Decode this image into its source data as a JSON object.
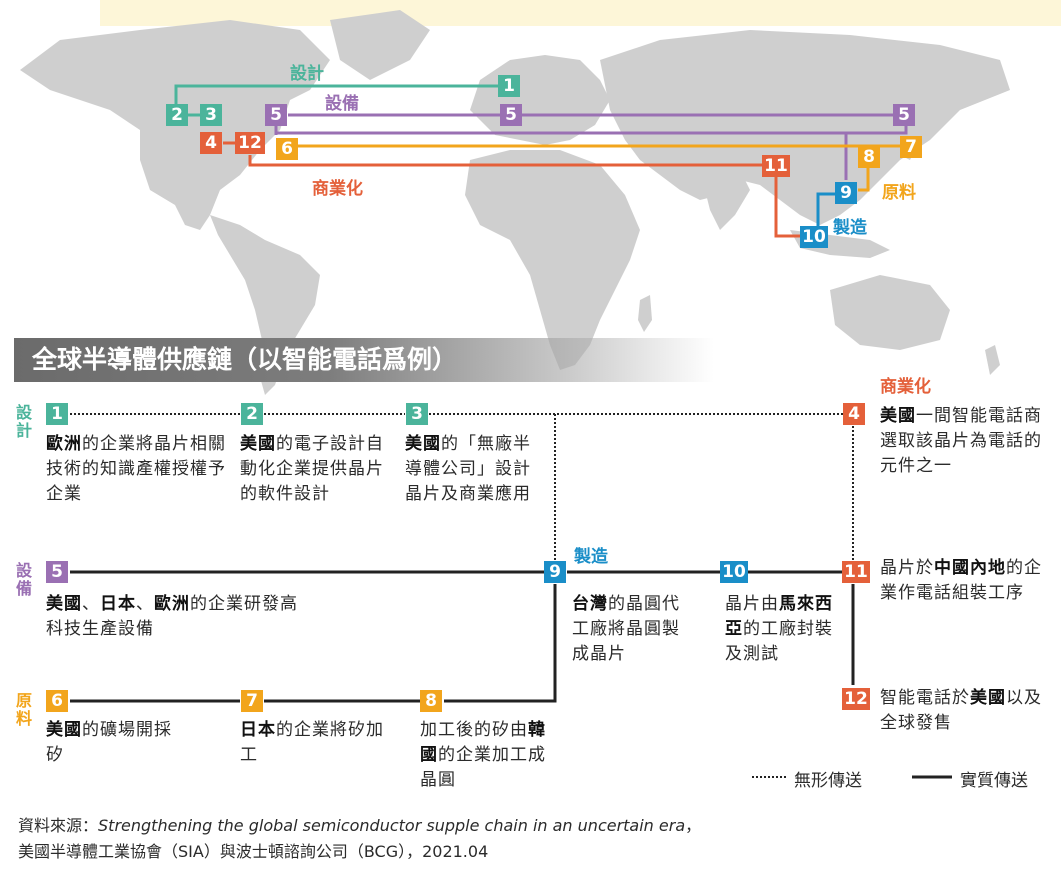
{
  "title": "全球半導體供應鏈（以智能電話爲例）",
  "map_labels": {
    "design": "設計",
    "equipment": "設備",
    "commercial": "商業化",
    "material": "原料",
    "manufacturing": "製造"
  },
  "categories": {
    "design": "設計",
    "equipment": "設備",
    "material": "原料",
    "commercial": "商業化",
    "manufacturing": "製造"
  },
  "steps": {
    "s1": {
      "num": "1",
      "bold1": "歐洲",
      "rest": "的企業將晶片相關技術的知識產權授權予企業"
    },
    "s2": {
      "num": "2",
      "bold1": "美國",
      "rest": "的電子設計自動化企業提供晶片的軟件設計"
    },
    "s3": {
      "num": "3",
      "bold1": "美國",
      "rest": "的「無廠半導體公司」設計晶片及商業應用"
    },
    "s4": {
      "num": "4",
      "bold1": "美國",
      "rest": "一間智能電話商選取該晶片為電話的元件之一"
    },
    "s5": {
      "num": "5",
      "bold1": "美國",
      "sep1": "、",
      "bold2": "日本",
      "sep2": "、",
      "bold3": "歐洲",
      "rest": "的企業研發高科技生產設備"
    },
    "s6": {
      "num": "6",
      "bold1": "美國",
      "rest": "的礦場開採矽"
    },
    "s7": {
      "num": "7",
      "bold1": "日本",
      "rest": "的企業將矽加工"
    },
    "s8": {
      "num": "8",
      "pre": "加工後的矽由",
      "bold1": "韓國",
      "rest": "的企業加工成晶圓"
    },
    "s9": {
      "num": "9",
      "bold1": "台灣",
      "rest": "的晶圓代工廠將晶圓製成晶片"
    },
    "s10": {
      "num": "10",
      "pre": "晶片由",
      "bold1": "馬來西亞",
      "rest": "的工廠封裝及測試"
    },
    "s11": {
      "num": "11",
      "pre": "晶片於",
      "bold1": "中國內地",
      "rest": "的企業作電話組裝工序"
    },
    "s12": {
      "num": "12",
      "pre": "智能電話於",
      "bold1": "美國",
      "rest": "以及全球發售"
    }
  },
  "legend": {
    "intangible": "無形傳送",
    "physical": "實質傳送"
  },
  "source": {
    "prefix": "資料來源：",
    "italic": "Strengthening the global semiconductor supple chain in an uncertain era",
    "comma": "，",
    "line2": "美國半導體工業協會（SIA）與波士頓諮詢公司（BCG），2021.04"
  },
  "colors": {
    "design": "#4bb49b",
    "equipment": "#9a70b3",
    "material": "#f2a51c",
    "commercial": "#e4603a",
    "manufacturing": "#1a8ec8"
  }
}
